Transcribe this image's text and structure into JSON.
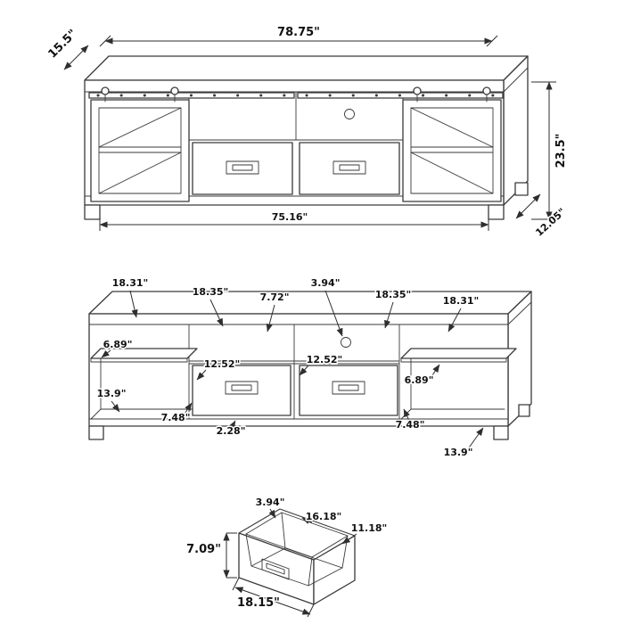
{
  "page": {
    "background": "#ffffff",
    "line_color": "#3a3a3a",
    "label_color": "#111111"
  },
  "assembled_view": {
    "dims": {
      "depth": "15.5\"",
      "width": "78.75\"",
      "height": "23.5\"",
      "inner_width": "75.16\"",
      "side_depth": "12.05\""
    }
  },
  "open_view": {
    "dims": {
      "left_opening_width": "18.31\"",
      "mid_left_opening_width": "18.35\"",
      "top_opening_height": "7.72\"",
      "cable_hole_diameter": "3.94\"",
      "mid_right_opening_width": "18.35\"",
      "right_opening_width": "18.31\"",
      "left_upper_shelf_height": "6.89\"",
      "left_drawer_inner_width": "12.52\"",
      "right_drawer_inner_width": "12.52\"",
      "right_upper_shelf_height": "6.89\"",
      "left_lower_shelf_height": "13.9\"",
      "left_inner_height": "7.48\"",
      "base_height": "2.28\"",
      "right_inner_height": "7.48\"",
      "right_lower_shelf_height": "13.9\""
    }
  },
  "drawer_view": {
    "dims": {
      "back_height": "3.94\"",
      "diagonal_depth": "16.18\"",
      "side_depth": "11.18\"",
      "height": "7.09\"",
      "width": "18.15\""
    }
  }
}
